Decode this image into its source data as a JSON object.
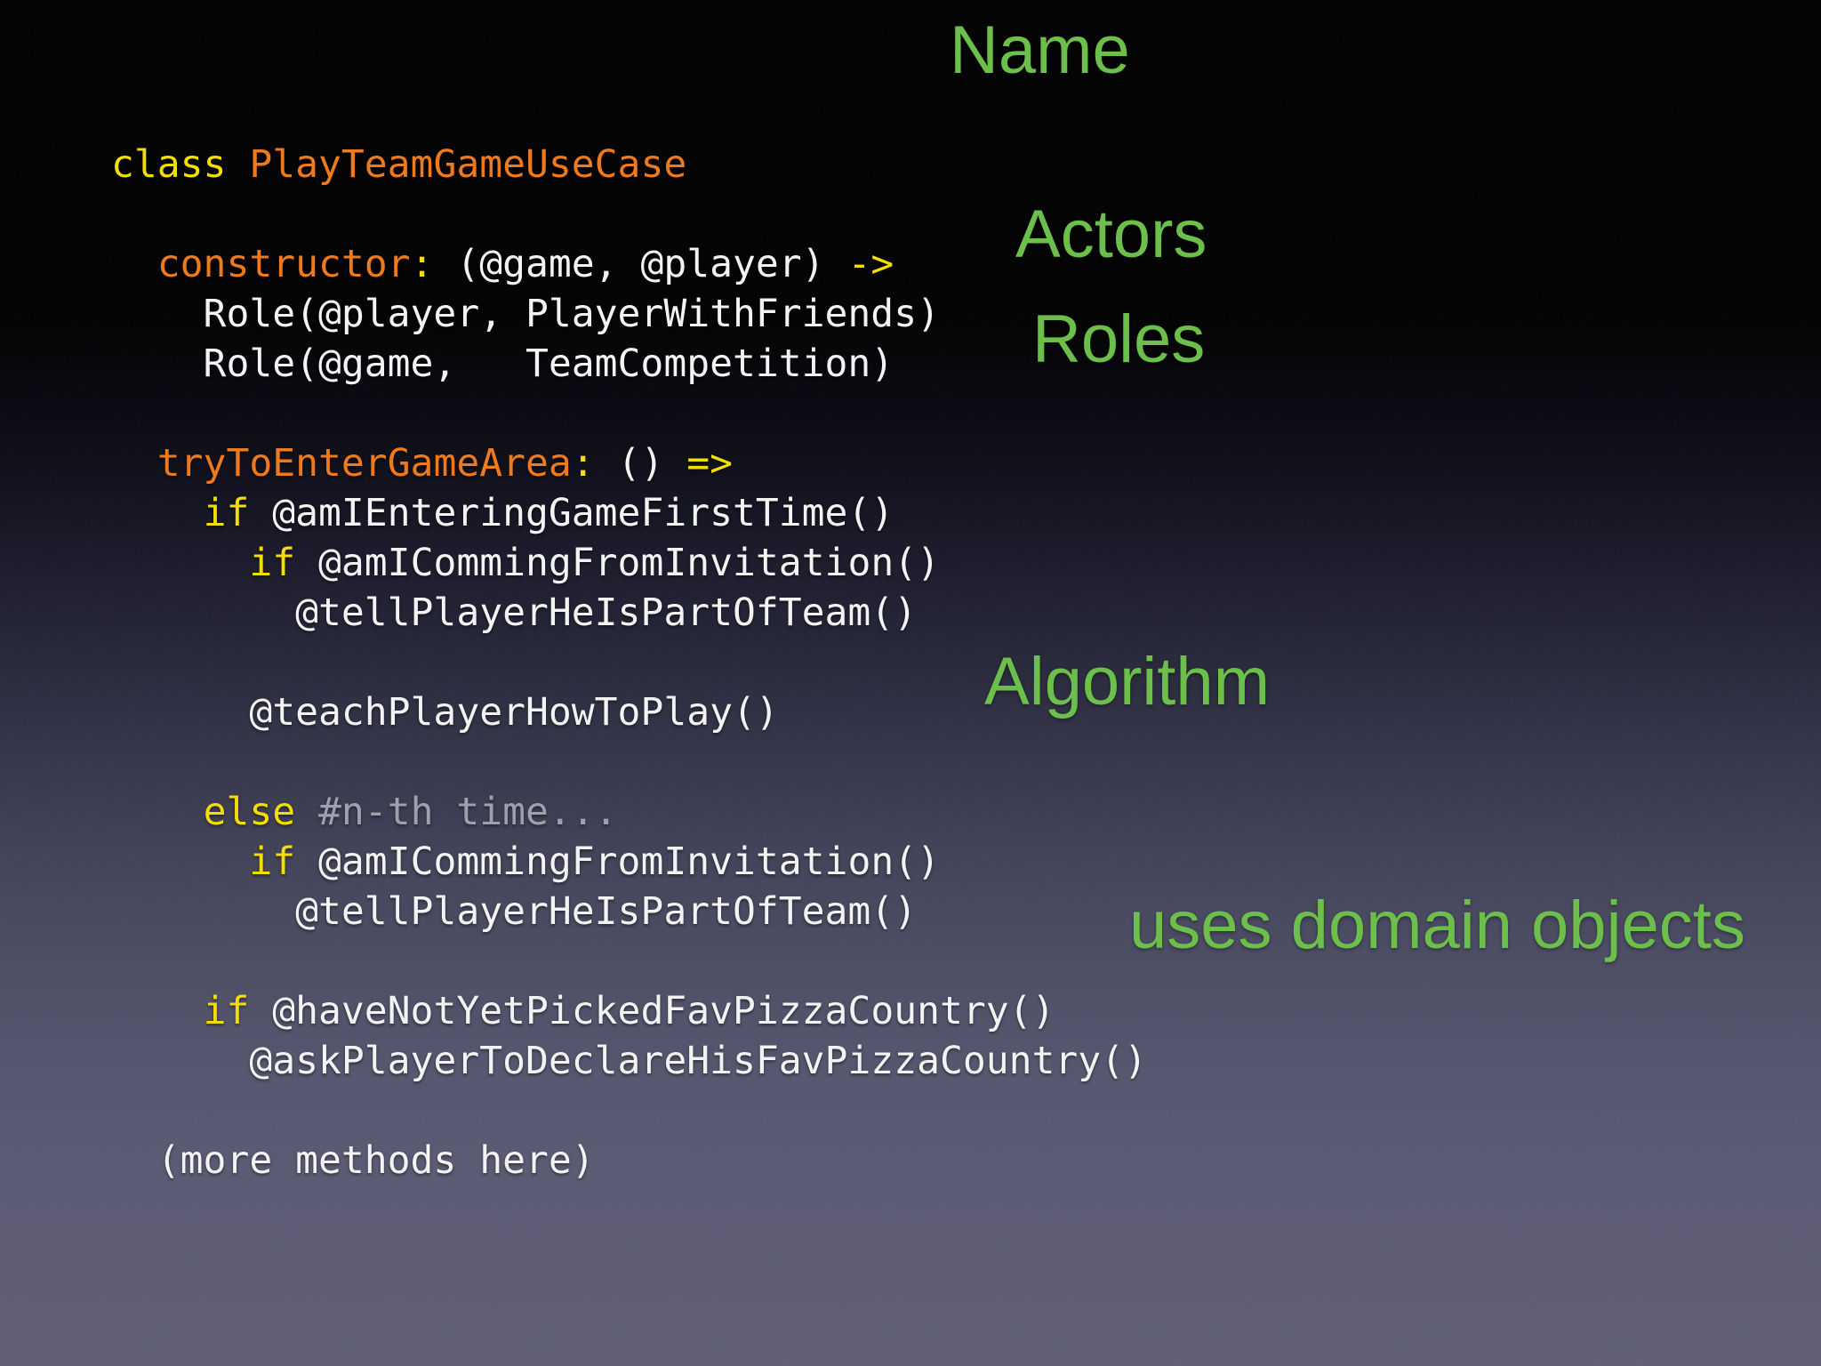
{
  "labels": {
    "name": "Name",
    "actors": "Actors",
    "roles": "Roles",
    "algorithm": "Algorithm",
    "uses_domain": "uses domain objects"
  },
  "colors": {
    "annotation_green": "#6cbf4a",
    "keyword_yellow": "#f2df00",
    "identifier_orange": "#ef7a1e",
    "code_white": "#f3f3f3",
    "comment_gray": "#9ba1ad",
    "background_top": "#000000",
    "background_bottom": "#5f5e74"
  },
  "code": {
    "language": "coffeescript",
    "lines": [
      [
        {
          "s": "kw",
          "t": "class"
        },
        {
          "s": "plain",
          "t": " "
        },
        {
          "s": "ident",
          "t": "PlayTeamGameUseCase"
        }
      ],
      [],
      [
        {
          "s": "plain",
          "t": "  "
        },
        {
          "s": "ident",
          "t": "constructor"
        },
        {
          "s": "kw",
          "t": ":"
        },
        {
          "s": "plain",
          "t": " (@game, @player) "
        },
        {
          "s": "kw",
          "t": "->"
        }
      ],
      [
        {
          "s": "plain",
          "t": "    Role(@player, PlayerWithFriends)"
        }
      ],
      [
        {
          "s": "plain",
          "t": "    Role(@game,   TeamCompetition)"
        }
      ],
      [],
      [
        {
          "s": "plain",
          "t": "  "
        },
        {
          "s": "ident",
          "t": "tryToEnterGameArea"
        },
        {
          "s": "kw",
          "t": ":"
        },
        {
          "s": "plain",
          "t": " () "
        },
        {
          "s": "kw",
          "t": "=>"
        }
      ],
      [
        {
          "s": "plain",
          "t": "    "
        },
        {
          "s": "kw",
          "t": "if"
        },
        {
          "s": "plain",
          "t": " @amIEnteringGameFirstTime()"
        }
      ],
      [
        {
          "s": "plain",
          "t": "      "
        },
        {
          "s": "kw",
          "t": "if"
        },
        {
          "s": "plain",
          "t": " @amICommingFromInvitation()"
        }
      ],
      [
        {
          "s": "plain",
          "t": "        @tellPlayerHeIsPartOfTeam()"
        }
      ],
      [],
      [
        {
          "s": "plain",
          "t": "      @teachPlayerHowToPlay()"
        }
      ],
      [],
      [
        {
          "s": "plain",
          "t": "    "
        },
        {
          "s": "kw",
          "t": "else"
        },
        {
          "s": "plain",
          "t": " "
        },
        {
          "s": "comment",
          "t": "#n-th time..."
        }
      ],
      [
        {
          "s": "plain",
          "t": "      "
        },
        {
          "s": "kw",
          "t": "if"
        },
        {
          "s": "plain",
          "t": " @amICommingFromInvitation()"
        }
      ],
      [
        {
          "s": "plain",
          "t": "        @tellPlayerHeIsPartOfTeam()"
        }
      ],
      [],
      [
        {
          "s": "plain",
          "t": "    "
        },
        {
          "s": "kw",
          "t": "if"
        },
        {
          "s": "plain",
          "t": " @haveNotYetPickedFavPizzaCountry()"
        }
      ],
      [
        {
          "s": "plain",
          "t": "      @askPlayerToDeclareHisFavPizzaCountry()"
        }
      ],
      [],
      [
        {
          "s": "plain",
          "t": "  (more methods here)"
        }
      ]
    ]
  }
}
